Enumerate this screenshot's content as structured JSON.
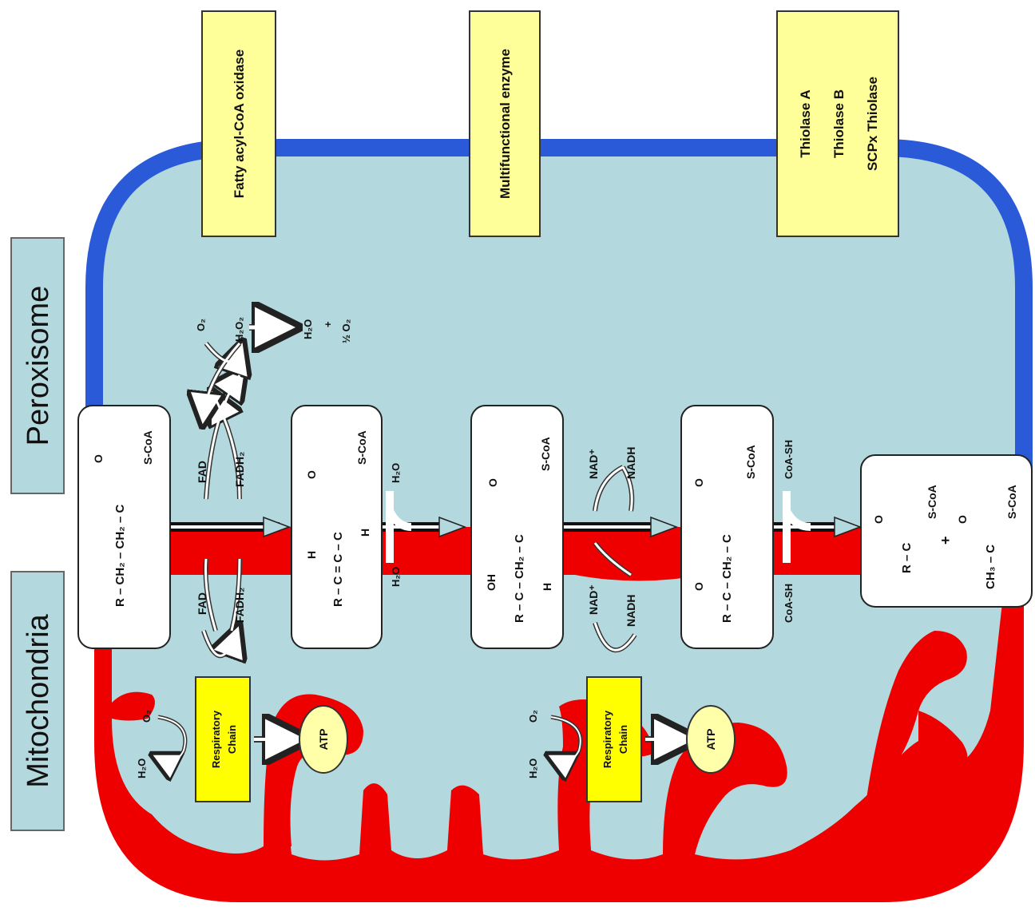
{
  "organelles": {
    "peroxisome": "Peroxisome",
    "mitochondria": "Mitochondria"
  },
  "enzymes": {
    "acyl_coa_oxidase": "Fatty acyl-CoA oxidase",
    "multifunctional": "Multifunctional enzyme",
    "thiolase_a": "Thiolase A",
    "thiolase_b": "Thiolase B",
    "scpx_thiolase": "SCPx Thiolase"
  },
  "intermediates": {
    "acyl_coa": {
      "line1": "R – CH₂ – CH₂ – C",
      "o": "O",
      "sc": "S-CoA"
    },
    "enoyl_coa": {
      "h_top": "H",
      "line1": "R – C = C – C",
      "h_bot": "H",
      "o": "O",
      "sc": "S-CoA"
    },
    "hydroxyacyl_coa": {
      "oh": "OH",
      "line1": "R – C – CH₂ – C",
      "h_bot": "H",
      "o": "O",
      "sc": "S-CoA"
    },
    "ketoacyl_coa": {
      "o_keto": "O",
      "line1": "R – C – CH₂ – C",
      "o": "O",
      "sc": "S-CoA"
    },
    "products": {
      "p1": "R – C",
      "sc1": "S-CoA",
      "o1": "O",
      "plus": "+",
      "p2": "CH₃ – C",
      "o2": "O",
      "sc2": "S-CoA"
    }
  },
  "cofactors": {
    "fad_top": "FAD",
    "fadh2_top": "FADH₂",
    "o2_top": "O₂",
    "h2o2": "H₂O₂",
    "h2o_top": "H₂O",
    "plus_top": "+",
    "half_o2": "½ O₂",
    "fad_bot": "FAD",
    "fadh2_bot": "FADH₂",
    "h2o_hydr_top": "H₂O",
    "h2o_hydr_bot": "H₂O",
    "nad_top": "NAD⁺",
    "nadh_top": "NADH",
    "nad_bot": "NAD⁺",
    "nadh_bot": "NADH",
    "coash_top": "CoA-SH",
    "coash_bot": "CoA-SH"
  },
  "respiratory": {
    "chain_line1": "Respiratory",
    "chain_line2": "Chain",
    "o2": "O₂",
    "h2o": "H₂O",
    "atp": "ATP"
  },
  "colors": {
    "cytosol": "#b3d8dd",
    "peroxisome_membrane": "#2a5ad8",
    "mitochondria_membrane": "#ee0000",
    "enzyme_box": "#ffff99",
    "respiratory_box": "#ffff00",
    "atp": "#ffffaa",
    "label_box": "#b3d8dd"
  }
}
